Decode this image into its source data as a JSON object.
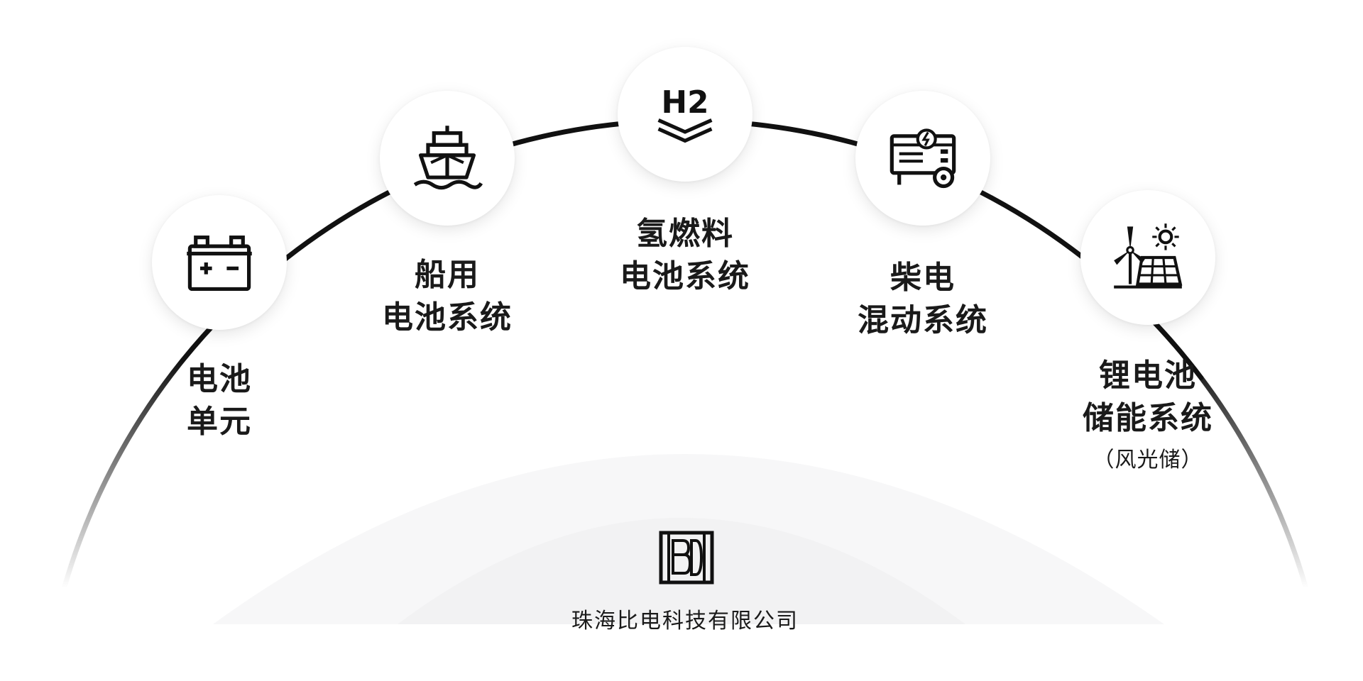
{
  "diagram": {
    "items": [
      {
        "id": "battery-cell",
        "lines": [
          "电池",
          "单元"
        ],
        "icon": "battery-icon"
      },
      {
        "id": "marine-battery",
        "lines": [
          "船用",
          "电池系统"
        ],
        "icon": "ship-icon"
      },
      {
        "id": "hydrogen-fuel-cell",
        "lines": [
          "氢燃料",
          "电池系统"
        ],
        "icon": "hydrogen-h2-icon",
        "icon_text": "H2"
      },
      {
        "id": "diesel-hybrid",
        "lines": [
          "柴电",
          "混动系统"
        ],
        "icon": "generator-icon"
      },
      {
        "id": "lithium-storage",
        "lines": [
          "锂电池",
          "储能系统"
        ],
        "sub": "（风光储）",
        "icon": "solar-wind-icon"
      }
    ]
  },
  "company": {
    "name": "珠海比电科技有限公司",
    "logo": "bd-logo"
  },
  "colors": {
    "arc": "#111111",
    "text": "#1a1a1a",
    "node_bg": "#ffffff"
  }
}
